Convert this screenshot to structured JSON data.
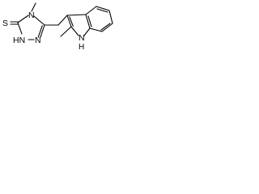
{
  "labels": {
    "S": "S",
    "N4": "N",
    "HN": "HN",
    "N2": "N",
    "NH_indole": "N",
    "H_indole": "H"
  }
}
